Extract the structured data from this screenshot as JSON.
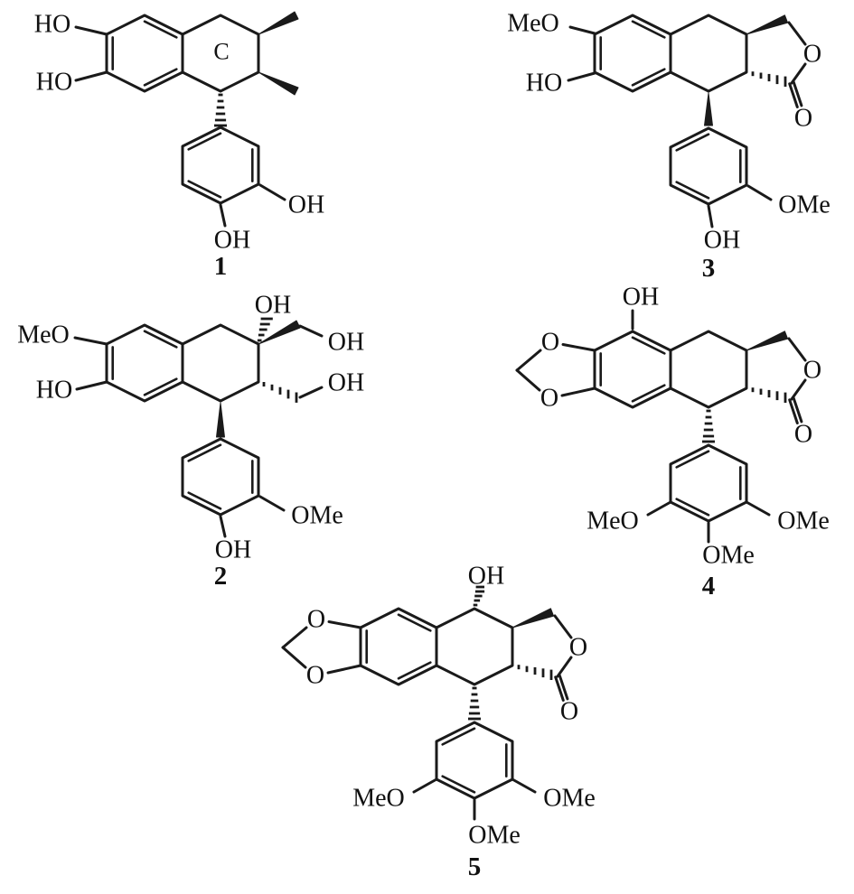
{
  "figure": {
    "description": "Five lignan chemical structures numbered 1 to 5",
    "background_color": "#ffffff",
    "line_color": "#1a1a1a"
  },
  "structures": {
    "s1": {
      "number": "1",
      "ring_label": "C",
      "ho_upper": "HO",
      "ho_lower": "HO",
      "oh_meta": "OH",
      "oh_para": "OH"
    },
    "s2": {
      "number": "2",
      "meo": "MeO",
      "ho": "HO",
      "oh_tert": "OH",
      "oh_hydroxymethyl_upper": "OH",
      "oh_hydroxymethyl_lower": "OH",
      "ome": "OMe",
      "oh_phenol": "OH"
    },
    "s3": {
      "number": "3",
      "meo": "MeO",
      "ho": "HO",
      "lactone_o": "O",
      "carbonyl_o": "O",
      "ome": "OMe",
      "oh_phenol": "OH"
    },
    "s4": {
      "number": "4",
      "oh_top": "OH",
      "dioxole_o_upper": "O",
      "dioxole_o_lower": "O",
      "lactone_o": "O",
      "carbonyl_o": "O",
      "meo_left": "MeO",
      "ome_right": "OMe",
      "ome_para": "OMe"
    },
    "s5": {
      "number": "5",
      "oh_top": "OH",
      "dioxole_o_upper": "O",
      "dioxole_o_lower": "O",
      "lactone_o": "O",
      "carbonyl_o": "O",
      "meo_left": "MeO",
      "ome_right": "OMe",
      "ome_para": "OMe"
    }
  }
}
